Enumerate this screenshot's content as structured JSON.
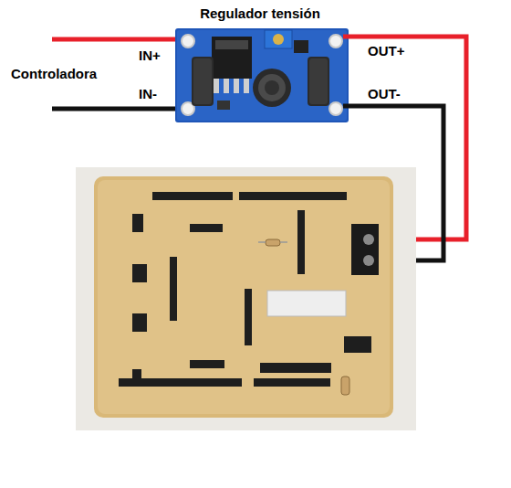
{
  "diagram": {
    "labels": [
      "Regulador tensión",
      "Controladora",
      "IN+",
      "IN-",
      "OUT+",
      "OUT-"
    ]
  }
}
